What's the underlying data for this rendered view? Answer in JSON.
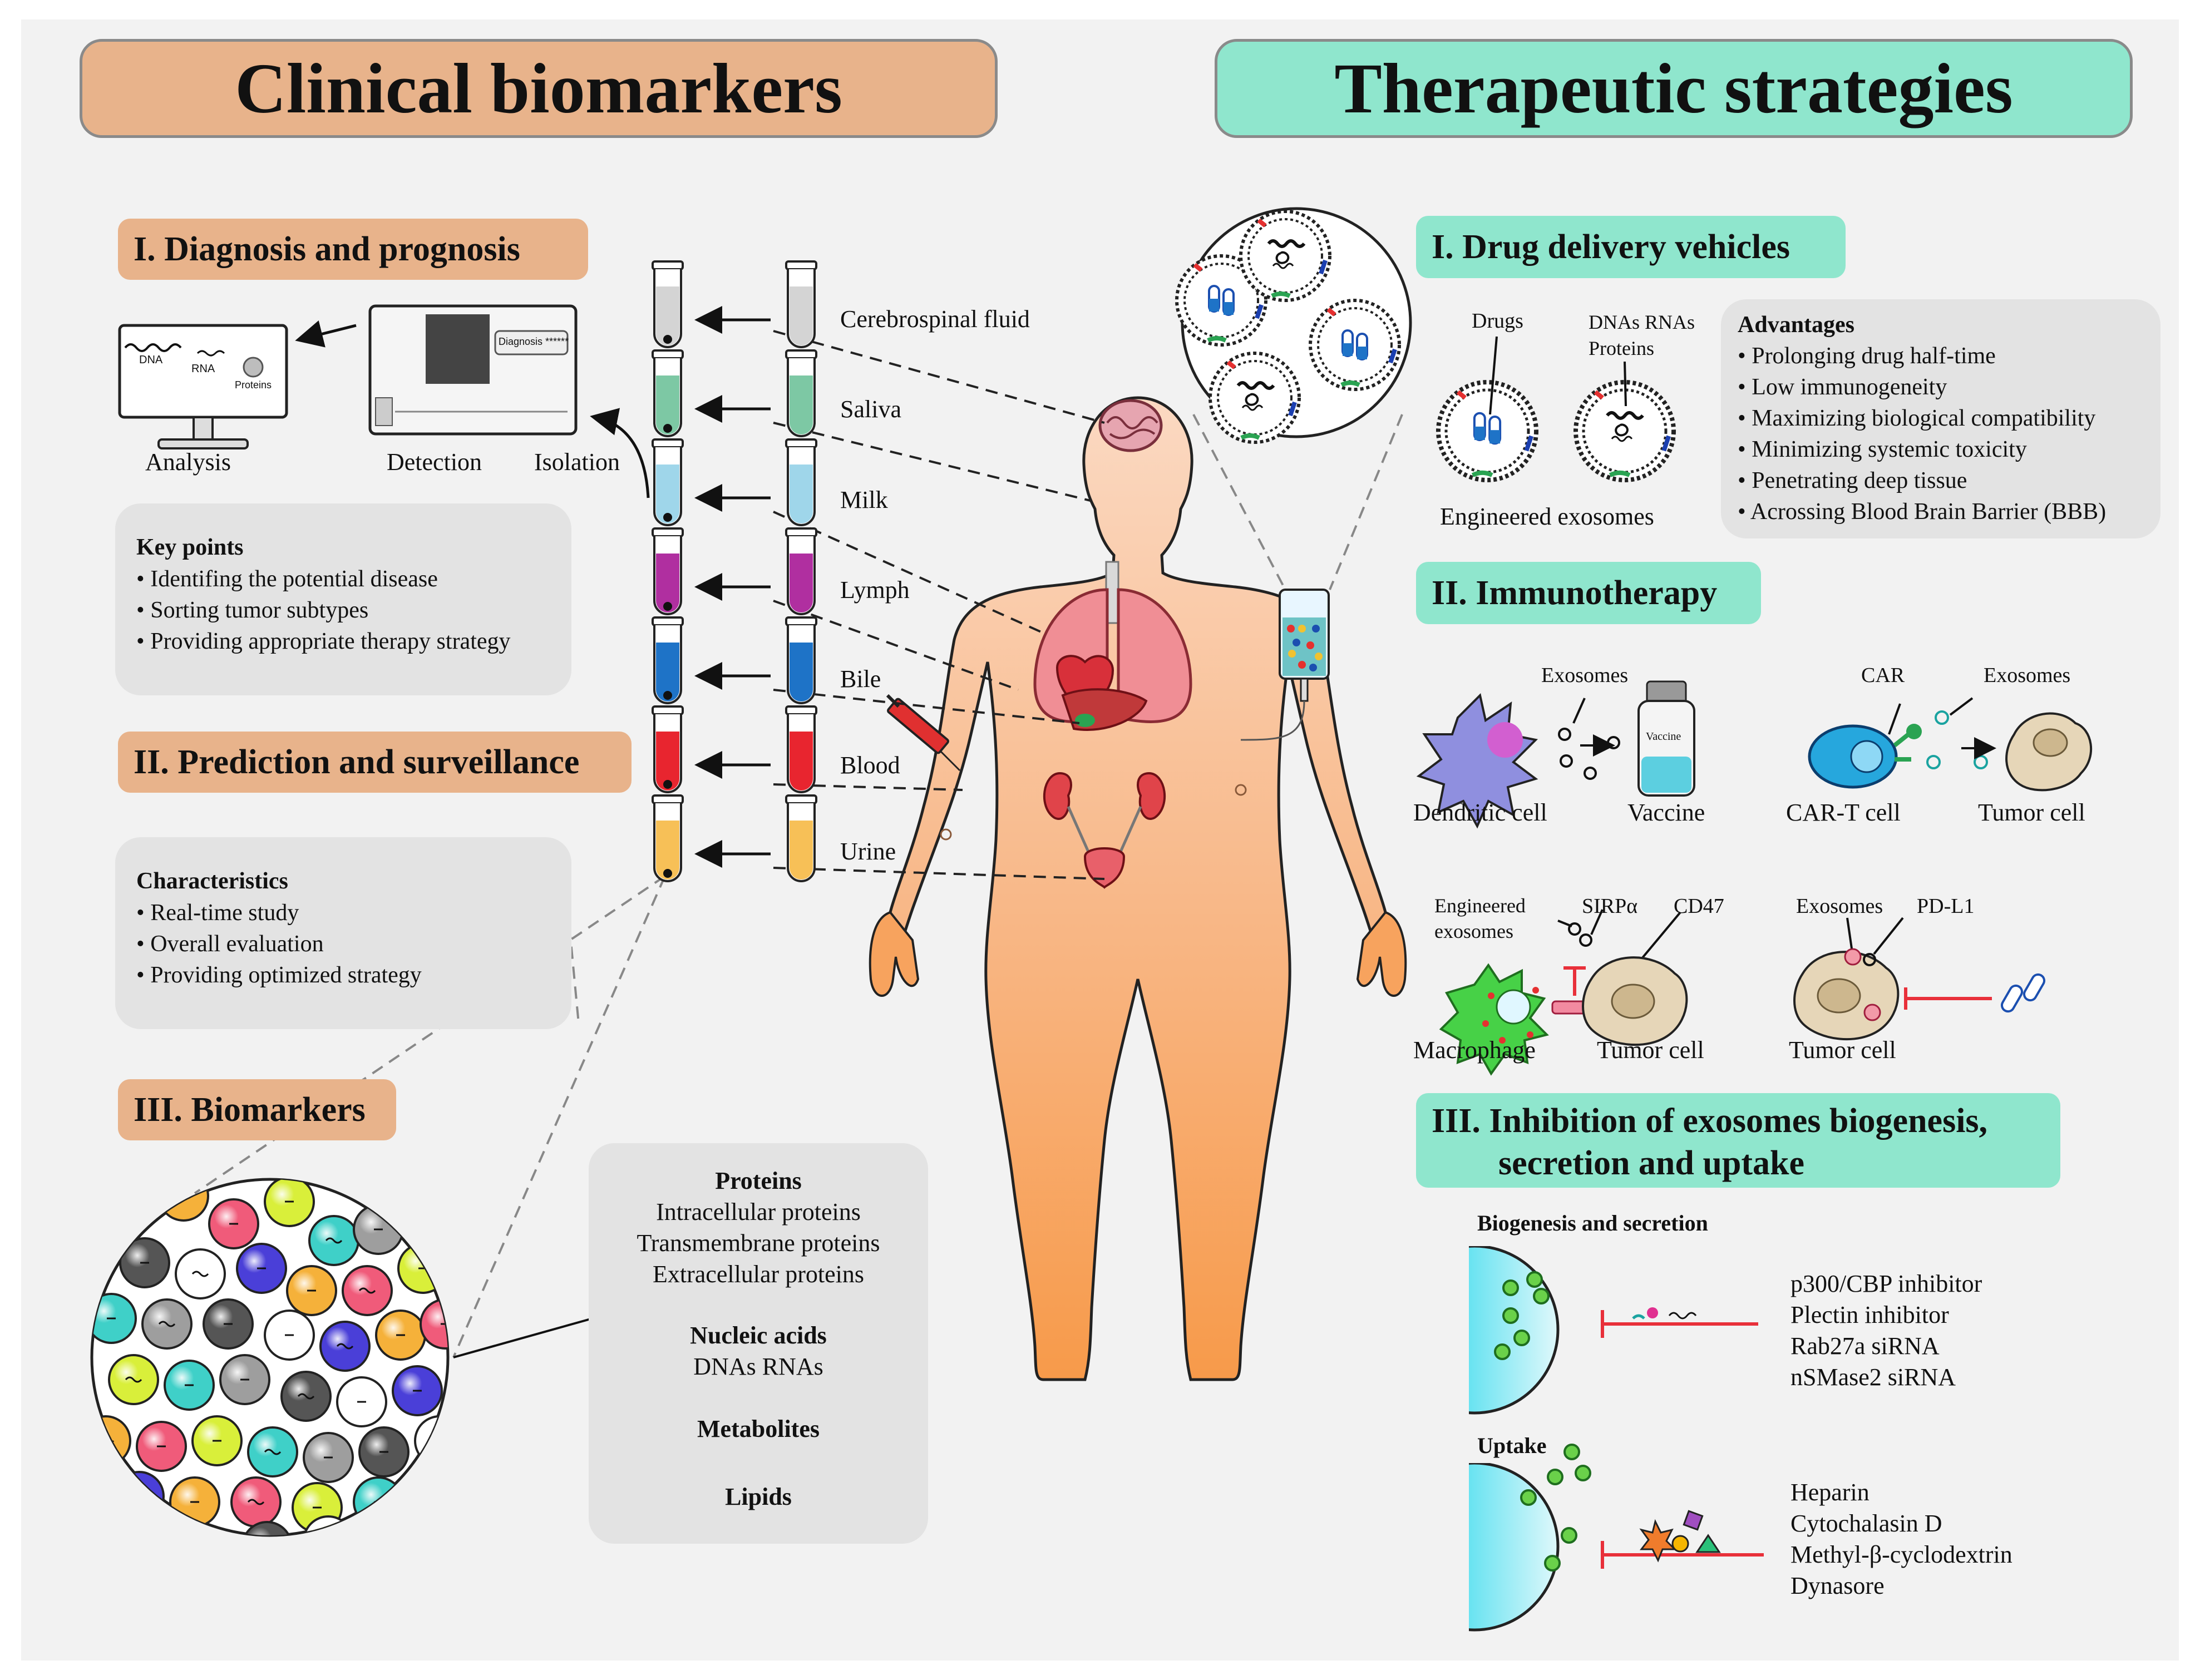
{
  "headers": {
    "clinical": "Clinical biomarkers",
    "therapeutic": "Therapeutic strategies"
  },
  "clinical": {
    "diagnosis": {
      "title": "I. Diagnosis and prognosis",
      "steps": {
        "analysis": "Analysis",
        "detection": "Detection",
        "isolation": "Isolation"
      },
      "monitor_labels": {
        "dna": "DNA",
        "rna": "RNA",
        "proteins": "Proteins"
      },
      "device_label": "Diagnosis ******",
      "keypoints_title": "Key points",
      "keypoints": [
        "• Identifing the potential disease",
        "• Sorting tumor subtypes",
        "• Providing appropriate therapy strategy"
      ]
    },
    "prediction": {
      "title": "II. Prediction and surveillance",
      "characteristics_title": "Characteristics",
      "characteristics": [
        "• Real-time study",
        "• Overall evaluation",
        "• Providing optimized strategy"
      ]
    },
    "biomarkers": {
      "title": "III. Biomarkers",
      "groups": [
        {
          "title": "Proteins",
          "items": [
            "Intracellular proteins",
            "Transmembrane proteins",
            "Extracellular proteins"
          ]
        },
        {
          "title": "Nucleic acids",
          "items": [
            "DNAs RNAs"
          ]
        },
        {
          "title": "Metabolites",
          "items": []
        },
        {
          "title": "Lipids",
          "items": []
        }
      ]
    },
    "fluids": [
      "Cerebrospinal fluid",
      "Saliva",
      "Milk",
      "Lymph",
      "Bile",
      "Blood",
      "Urine"
    ],
    "fluid_colors": [
      "#d4d4d4",
      "#7dc8a4",
      "#9fd6ea",
      "#b02fa0",
      "#1e73c7",
      "#e8252f",
      "#f7c057"
    ]
  },
  "therapeutic": {
    "drug_delivery": {
      "title": "I. Drug delivery vehicles",
      "drugs_label": "Drugs",
      "cargo_label": [
        "DNAs RNAs",
        "Proteins"
      ],
      "engineered_label": "Engineered exosomes",
      "advantages_title": "Advantages",
      "advantages": [
        "• Prolonging drug half-time",
        "• Low immunogeneity",
        "• Maximizing biological compatibility",
        "• Minimizing systemic toxicity",
        "• Penetrating deep tissue",
        "• Acrossing Blood Brain Barrier (BBB)"
      ]
    },
    "immunotherapy": {
      "title": "II. Immunotherapy",
      "exosomes": "Exosomes",
      "vaccine_bottle": "Vaccine",
      "dendritic": "Dendritic cell",
      "vaccine": "Vaccine",
      "car": "CAR",
      "cart": "CAR-T cell",
      "tumor": "Tumor cell",
      "engineered_exosomes": [
        "Engineered",
        "exosomes"
      ],
      "sirpa": "SIRPα",
      "cd47": "CD47",
      "macrophage": "Macrophage",
      "pdl1": "PD-L1"
    },
    "inhibition": {
      "title_line1": "III. Inhibition of exosomes biogenesis,",
      "title_line2": "secretion and uptake",
      "biogenesis_title": "Biogenesis and secretion",
      "biogenesis_items": [
        "p300/CBP inhibitor",
        "Plectin inhibitor",
        "Rab27a siRNA",
        "nSMase2 siRNA"
      ],
      "uptake_title": "Uptake",
      "uptake_items": [
        "Heparin",
        "Cytochalasin D",
        "Methyl-β-cyclodextrin",
        "Dynasore"
      ]
    }
  },
  "colors": {
    "orange_header": "#e8b38b",
    "teal_header": "#8fe6cd",
    "panel": "#f2f2f2",
    "inhibit_red": "#e8303a",
    "body_skin": "#f7b27a"
  }
}
